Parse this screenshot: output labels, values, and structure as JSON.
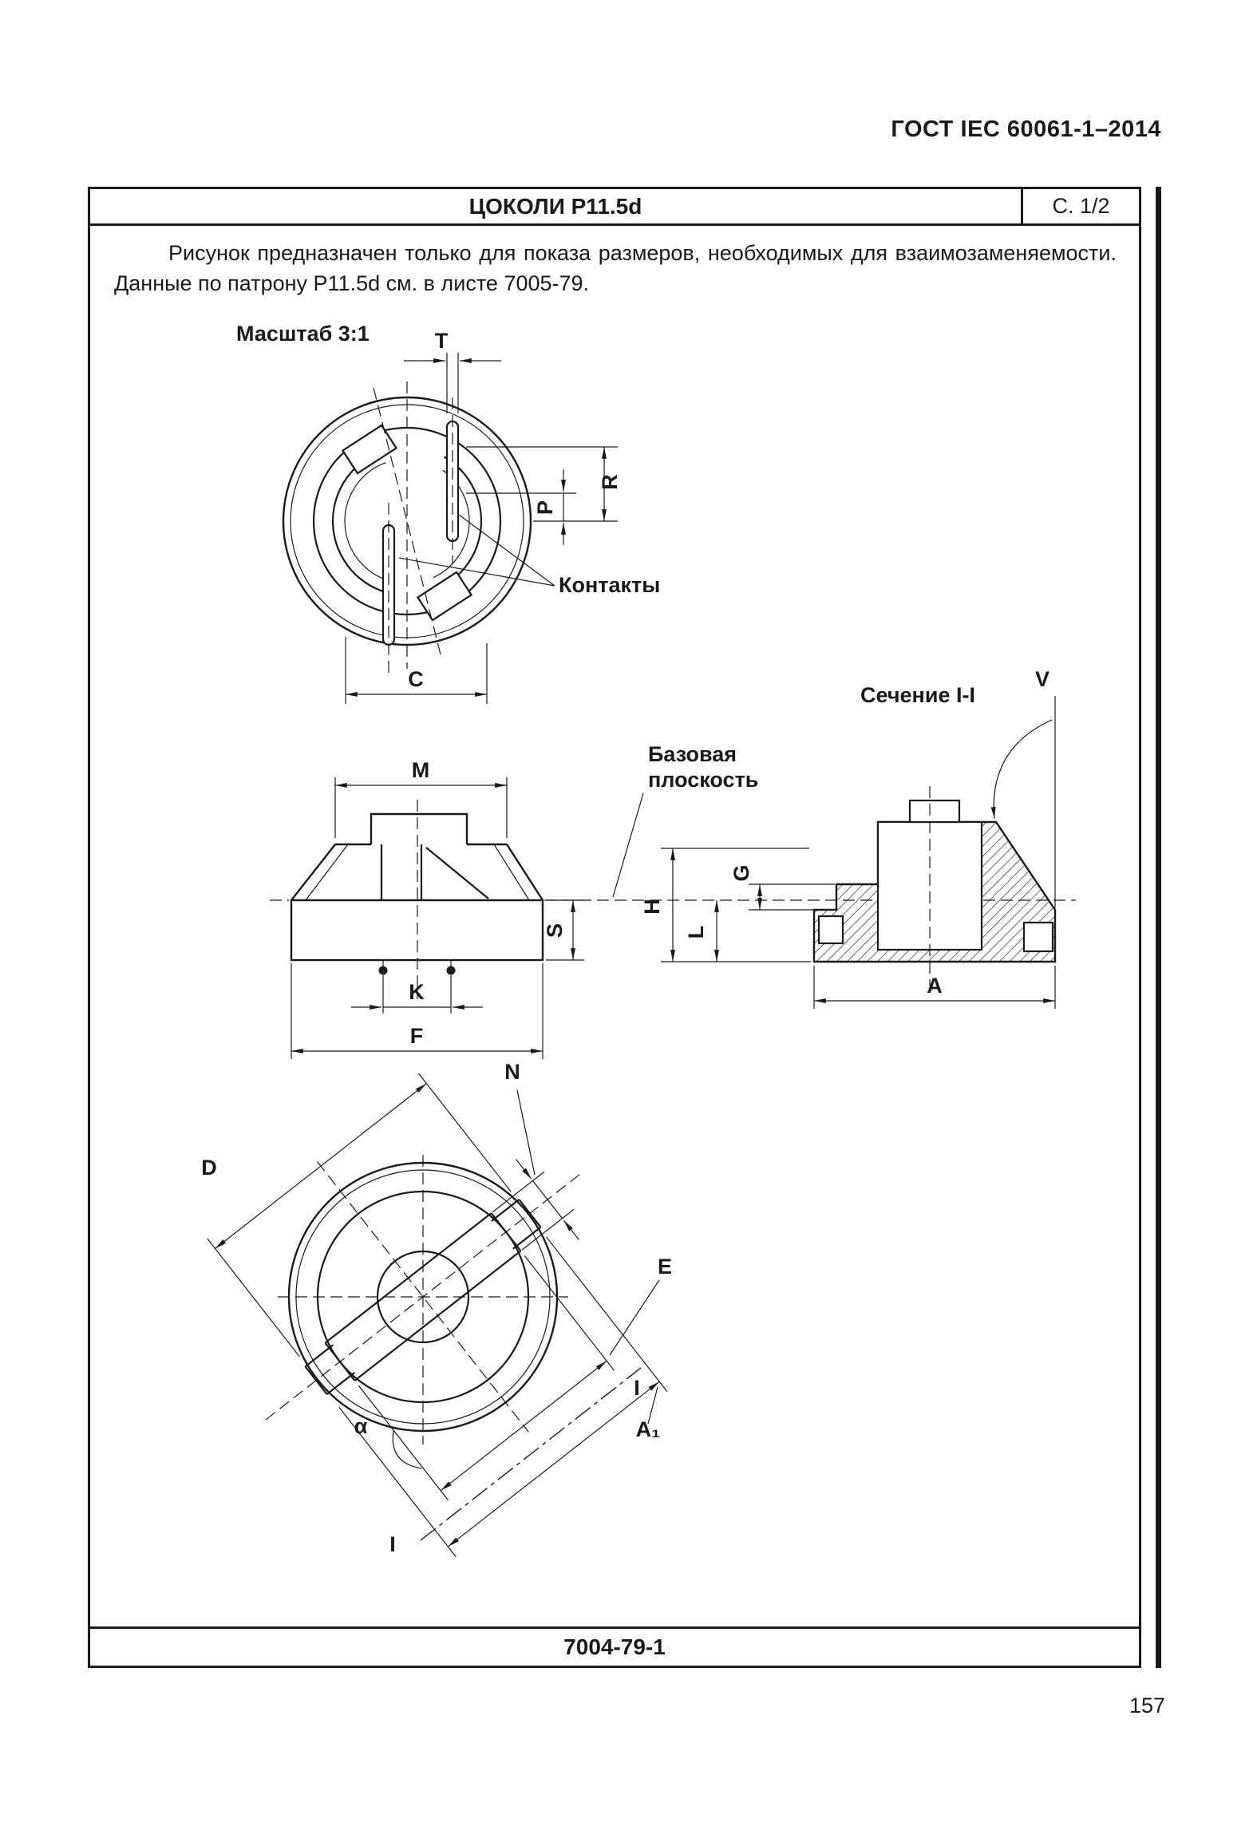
{
  "page": {
    "standard_ref": "ГОСТ IEC 60061-1–2014",
    "page_number": "157"
  },
  "sheet": {
    "title": "ЦОКОЛИ P11.5d",
    "page_marker": "С. 1/2",
    "note_line1": "Рисунок предназначен только для показа размеров, необходимых для взаимозаменяемости.",
    "note_line2": "Данные по патрону P11.5d см. в листе 7005-79.",
    "footer_code": "7004-79-1"
  },
  "drawing": {
    "scale_label": "Масштаб 3:1",
    "contacts_label": "Контакты",
    "base_plane_line1": "Базовая",
    "base_plane_line2": "плоскость",
    "section_title": "Сечение I-I",
    "dims": {
      "T": "T",
      "R": "R",
      "P": "P",
      "C": "C",
      "M": "M",
      "S": "S",
      "K": "K",
      "F": "F",
      "H": "H",
      "L": "L",
      "G": "G",
      "A": "A",
      "V": "V",
      "N": "N",
      "D": "D",
      "E": "E",
      "I": "I",
      "A1": "A₁",
      "alpha": "α"
    }
  }
}
